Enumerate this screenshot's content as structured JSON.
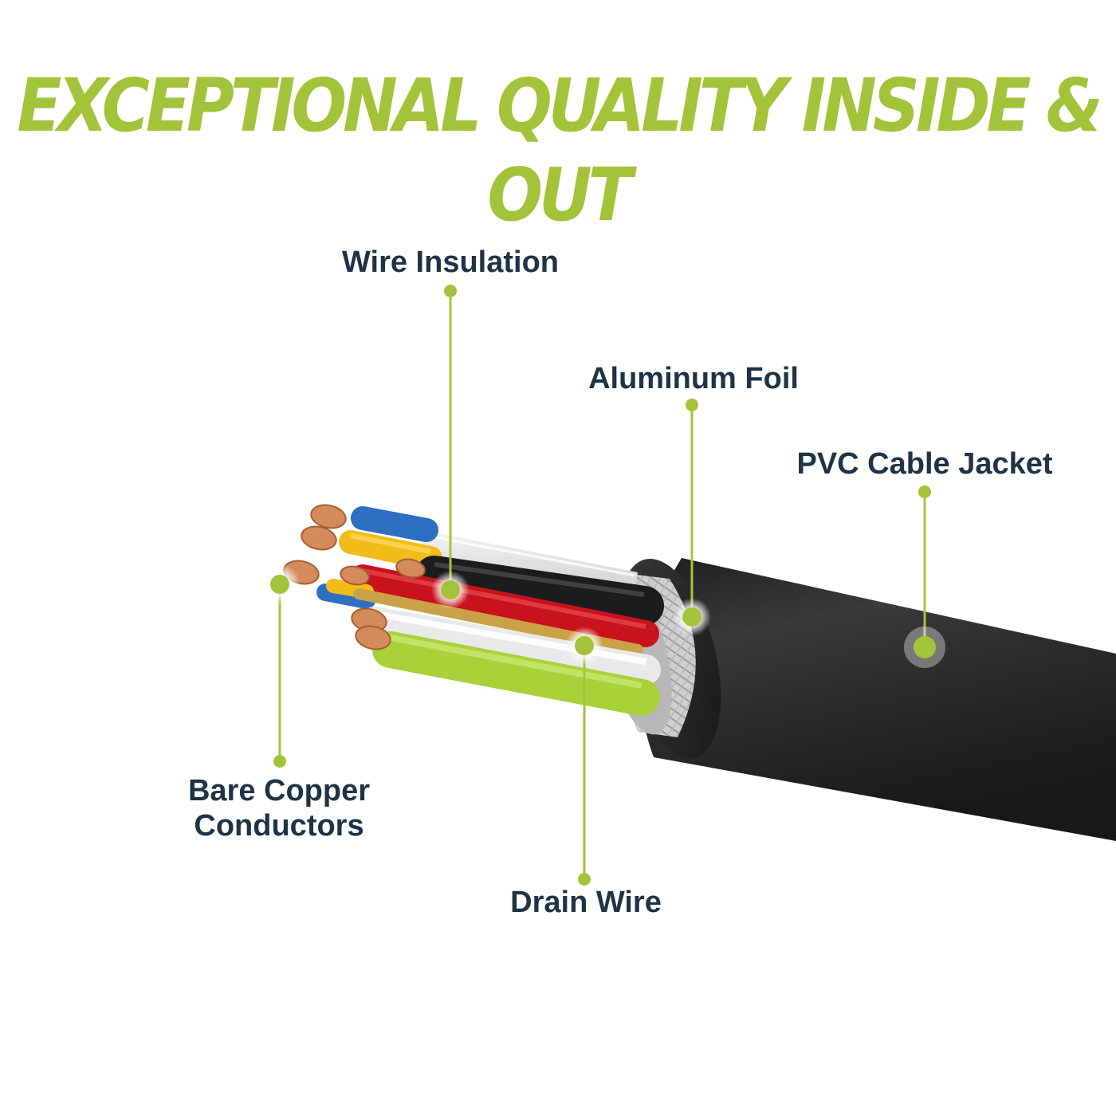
{
  "headline": "EXCEPTIONAL QUALITY INSIDE & OUT",
  "colors": {
    "accent": "#a3c43a",
    "label_text": "#1f3347",
    "jacket": "#2b2b2d",
    "braid": "#c9c9cb",
    "foil": "#e6e6e8",
    "copper": "#d58a5b",
    "wire_blue": "#2f6fc2",
    "wire_yellow": "#f2bd1a",
    "wire_red": "#c8121c",
    "wire_black": "#1c1c1e",
    "wire_green": "#a9d13a",
    "wire_white": "#eeeeee"
  },
  "callouts": {
    "wire_insulation": "Wire Insulation",
    "aluminum_foil": "Aluminum Foil",
    "pvc_cable_jacket": "PVC Cable Jacket",
    "bare_copper_line1": "Bare Copper",
    "bare_copper_line2": "Conductors",
    "drain_wire": "Drain Wire"
  }
}
